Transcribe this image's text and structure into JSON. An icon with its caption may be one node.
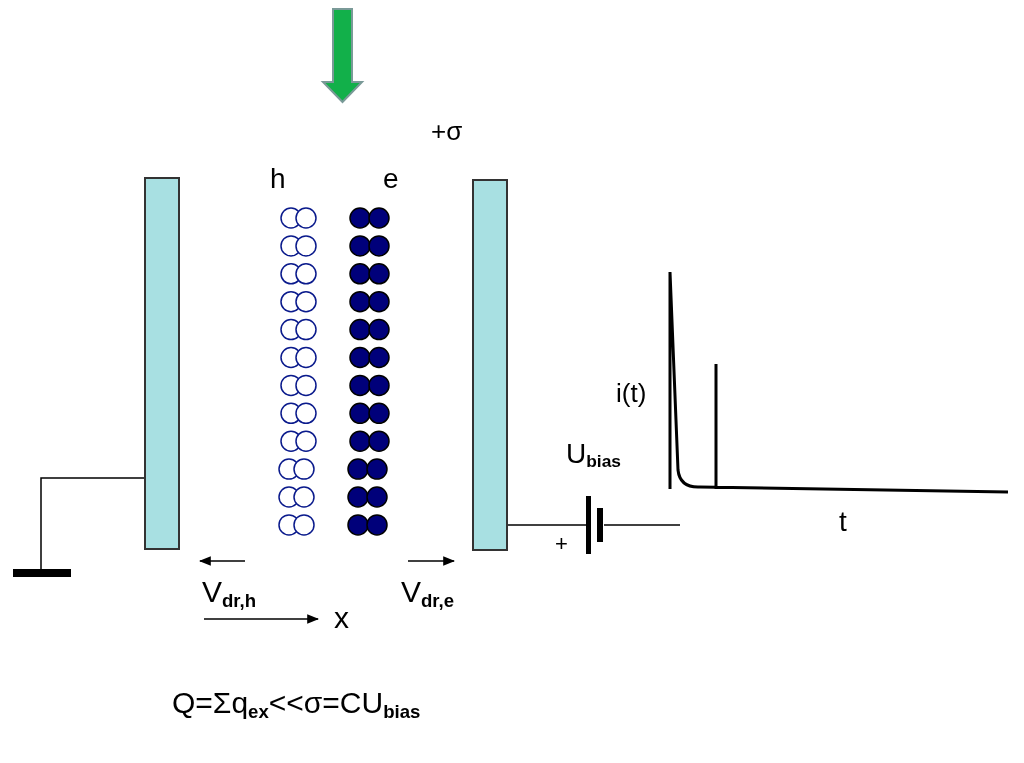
{
  "diagram": {
    "nodes": [
      {
        "text": [],
        "shape": "box"
      },
      {
        "text": [],
        "shape": "box"
      },
      {
        "text": [],
        "shape": "bar"
      },
      {
        "text": [],
        "shape": "battery"
      }
    ],
    "edges": [
      {
        "from": 2,
        "to": 0,
        "arrow": "none"
      },
      {
        "from": 1,
        "to": 3,
        "arrow": "none"
      },
      {
        "from": 3,
        "to": null,
        "arrow": "none"
      }
    ],
    "labels": [
      "+σ",
      "h",
      "e",
      "i(t)",
      "U$_{bias}$",
      "t",
      "+",
      "V$_{dr,h}$",
      "V$_{dr,e}$",
      "x",
      "Q=Σq$_{ex}$<<σ=CU$_{bias}$"
    ]
  }
}
